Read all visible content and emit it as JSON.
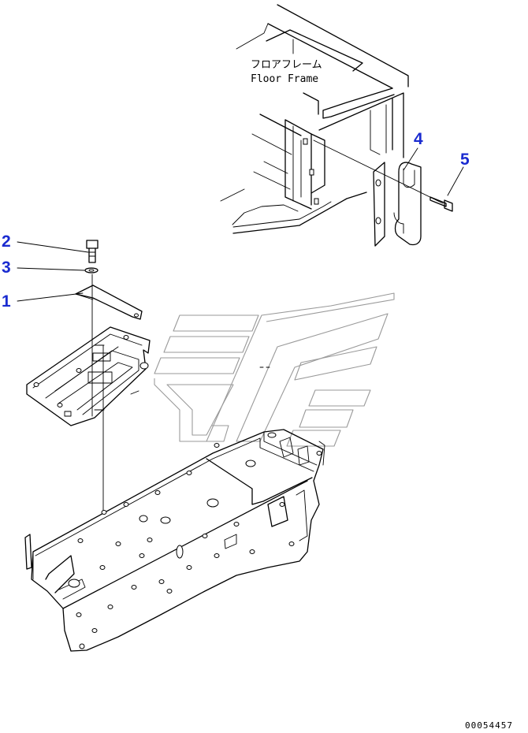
{
  "frame_label": {
    "japanese": "フロアフレーム",
    "english": "Floor Frame"
  },
  "callouts": [
    {
      "id": "1",
      "label": "1"
    },
    {
      "id": "2",
      "label": "2"
    },
    {
      "id": "3",
      "label": "3"
    },
    {
      "id": "4",
      "label": "4"
    },
    {
      "id": "5",
      "label": "5"
    }
  ],
  "diagram_code": "00054457",
  "colors": {
    "callout": "#1a2bd0",
    "line": "#000000",
    "watermark": "#9a9a9a"
  }
}
